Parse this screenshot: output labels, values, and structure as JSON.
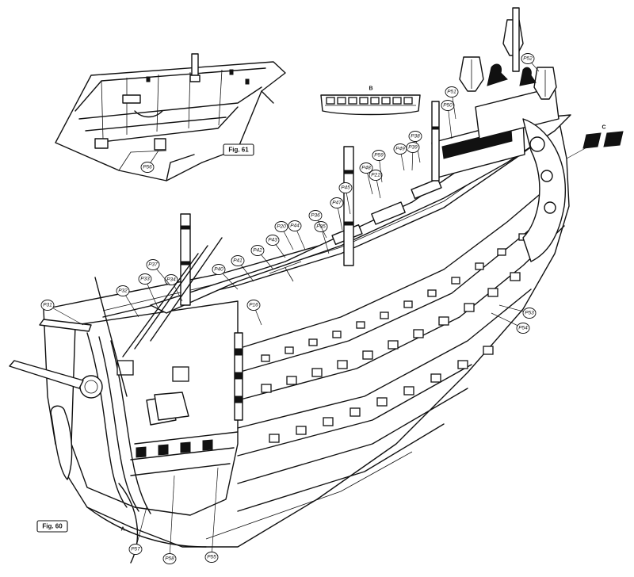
{
  "figures": {
    "fig_60": "Fig. 60",
    "fig_61": "Fig. 61"
  },
  "detail_letters": {
    "a": "A",
    "b": "B",
    "c": "C"
  },
  "part_labels": [
    {
      "id": "p31",
      "text": "P31"
    },
    {
      "id": "p32",
      "text": "P32"
    },
    {
      "id": "p33",
      "text": "P33"
    },
    {
      "id": "p34",
      "text": "P34"
    },
    {
      "id": "p37",
      "text": "P37"
    },
    {
      "id": "p40",
      "text": "P40"
    },
    {
      "id": "p41",
      "text": "P41"
    },
    {
      "id": "p42",
      "text": "P42"
    },
    {
      "id": "p43",
      "text": "P43"
    },
    {
      "id": "p44",
      "text": "P44"
    },
    {
      "id": "p20",
      "text": "P20"
    },
    {
      "id": "p16",
      "text": "P16"
    },
    {
      "id": "p35",
      "text": "P35"
    },
    {
      "id": "p36",
      "text": "P36"
    },
    {
      "id": "p45",
      "text": "P45"
    },
    {
      "id": "p47",
      "text": "P47"
    },
    {
      "id": "p48",
      "text": "P48"
    },
    {
      "id": "p21",
      "text": "P21"
    },
    {
      "id": "p38",
      "text": "P38"
    },
    {
      "id": "p39",
      "text": "P39"
    },
    {
      "id": "p49",
      "text": "P49"
    },
    {
      "id": "p59",
      "text": "P59"
    },
    {
      "id": "p50",
      "text": "P50"
    },
    {
      "id": "p51",
      "text": "P51"
    },
    {
      "id": "p52",
      "text": "P52"
    },
    {
      "id": "p53",
      "text": "P53"
    },
    {
      "id": "p54",
      "text": "P54"
    },
    {
      "id": "p55",
      "text": "P55"
    },
    {
      "id": "p56",
      "text": "P56"
    },
    {
      "id": "p57",
      "text": "P57"
    },
    {
      "id": "p58",
      "text": "P58"
    }
  ]
}
